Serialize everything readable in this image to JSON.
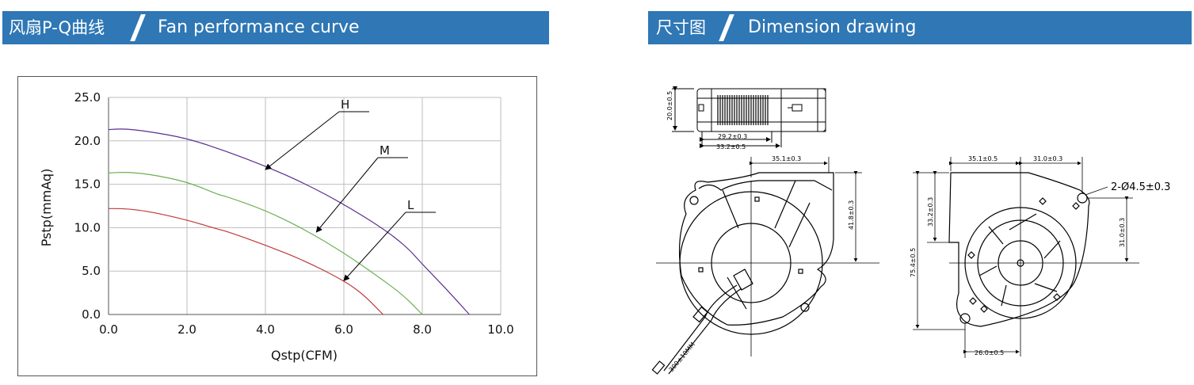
{
  "headers": {
    "left": {
      "cn": "风扇P-Q曲线",
      "en": "Fan performance curve"
    },
    "right": {
      "cn": "尺寸图",
      "en": "Dimension drawing"
    }
  },
  "colors": {
    "header_bg": "#2f77b5",
    "H": "#5b2d91",
    "M": "#6bb153",
    "L": "#c0393b"
  },
  "chart_data": {
    "type": "line",
    "xlabel": "Qstp(CFM)",
    "ylabel": "Pstp(mmAq)",
    "xlim": [
      0,
      10
    ],
    "ylim": [
      0,
      25
    ],
    "xticks": [
      "0.0",
      "2.0",
      "4.0",
      "6.0",
      "8.0",
      "10.0"
    ],
    "yticks": [
      "0.0",
      "5.0",
      "10.0",
      "15.0",
      "20.0",
      "25.0"
    ],
    "grid": true,
    "series": [
      {
        "name": "H",
        "x": [
          0,
          0.4,
          1,
          2,
          3,
          4,
          5,
          6,
          7,
          7.6,
          8,
          8.6,
          9.2
        ],
        "y": [
          21.3,
          21.4,
          21.1,
          20.3,
          18.8,
          17.1,
          15.1,
          12.7,
          9.9,
          7.8,
          5.8,
          3.0,
          0
        ]
      },
      {
        "name": "M",
        "x": [
          0,
          0.4,
          1,
          2,
          2.8,
          3,
          4,
          5,
          6,
          6.8,
          7.5,
          8
        ],
        "y": [
          16.3,
          16.4,
          16.2,
          15.3,
          13.8,
          13.6,
          12.0,
          9.8,
          7.1,
          4.6,
          2.3,
          0
        ]
      },
      {
        "name": "L",
        "x": [
          0,
          0.4,
          1,
          2,
          2.8,
          3,
          4,
          5,
          6,
          6.5,
          7
        ],
        "y": [
          12.2,
          12.2,
          11.9,
          10.9,
          9.8,
          9.6,
          8.0,
          6.2,
          3.9,
          2.3,
          0
        ]
      }
    ]
  },
  "dimensions": {
    "top_height": "20.0±0.5",
    "top_inner": "29.2±0.3",
    "top_outer": "33.2±0.5",
    "front_top": "35.1±0.3",
    "front_height": "41.8±0.3",
    "cable": "300±10MM",
    "back_top_left": "35.1±0.5",
    "back_top_right": "31.0±0.3",
    "hole_note": "2-Ø4.5±0.3",
    "back_left_inner": "33.2±0.3",
    "back_left_outer": "75.4±0.5",
    "back_right": "31.0±0.3",
    "back_bottom": "26.0±0.5"
  }
}
